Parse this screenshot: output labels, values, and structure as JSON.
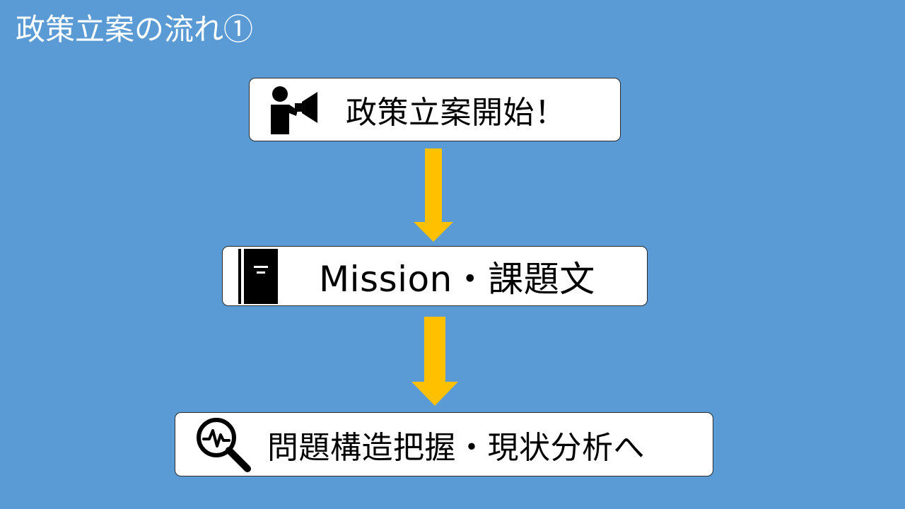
{
  "slide": {
    "title": "政策立案の流れ①"
  },
  "flow": {
    "steps": [
      {
        "label": "政策立案開始！",
        "icon": "megaphone-speaker-icon"
      },
      {
        "label": "Mission・課題文",
        "icon": "book-icon"
      },
      {
        "label": "問題構造把握・現状分析へ",
        "icon": "magnifier-analysis-icon"
      }
    ],
    "arrow_color": "#ffc000"
  },
  "colors": {
    "background": "#5b9bd5",
    "box_fill": "#ffffff",
    "box_border": "#2a2a2a",
    "text": "#000000",
    "title_text": "#ffffff"
  }
}
